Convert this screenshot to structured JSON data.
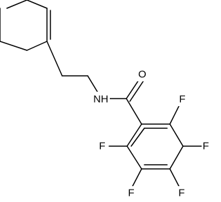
{
  "molecule": {
    "atoms": {
      "n": "NH",
      "o": "O",
      "f1": "F",
      "f2": "F",
      "f3": "F",
      "f4": "F",
      "f5": "F"
    }
  }
}
